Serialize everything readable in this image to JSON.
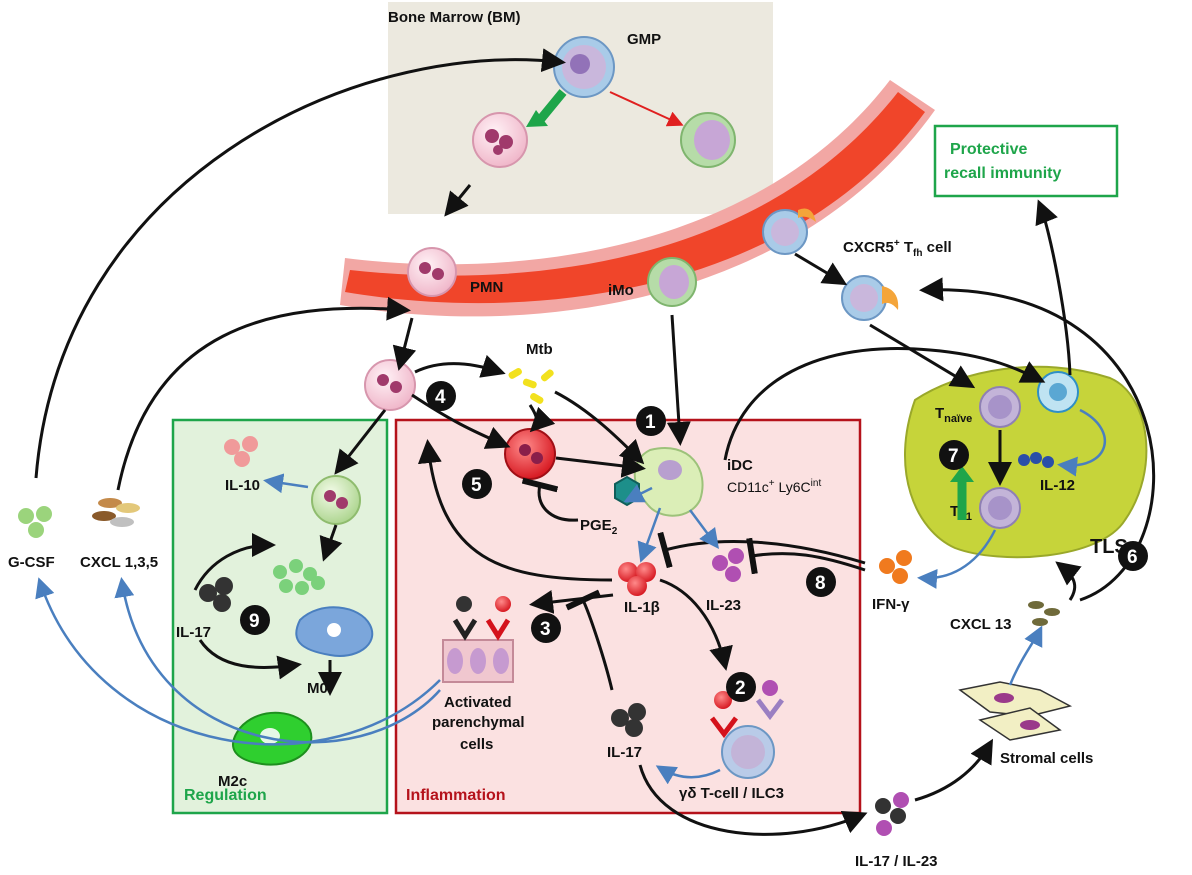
{
  "labels": {
    "bone_marrow": "Bone Marrow (BM)",
    "gmp": "GMP",
    "pmn": "PMN",
    "imo": "iMo",
    "tfh": "CXCR5",
    "tfh_sup": "+",
    "tfh_t": " T",
    "tfh_sub": "fh",
    "tfh_cell": " cell",
    "protective_line1": "Protective",
    "protective_line2": "recall immunity",
    "mtb": "Mtb",
    "idc": "iDC",
    "idc_markers_a": "CD11c",
    "idc_markers_sup1": "+",
    "idc_markers_b": " Ly6C",
    "idc_markers_sup2": "int",
    "pge2": "PGE",
    "pge2_sub": "2",
    "il1b": "IL-1β",
    "il23": "IL-23",
    "il10": "IL-10",
    "il17_reg": "IL-17",
    "il17_inf": "IL-17",
    "m0": "M0",
    "m2c": "M2c",
    "activated_line1": "Activated",
    "activated_line2": "parenchymal",
    "activated_line3": "cells",
    "gd_t": "γδ T-cell / ILC3",
    "gcsf": "G-CSF",
    "cxcl135": "CXCL 1,3,5",
    "regulation": "Regulation",
    "inflammation": "Inflammation",
    "tnaive_t": "T",
    "tnaive_sub": "naïve",
    "th1_t": "T",
    "th1_sub": "h1",
    "il12": "IL-12",
    "tls": "TLS",
    "ifng": "IFN-γ",
    "cxcl13": "CXCL 13",
    "stromal": "Stromal cells",
    "il17_il23": "IL-17 / IL-23"
  },
  "steps": [
    "1",
    "2",
    "3",
    "4",
    "5",
    "6",
    "7",
    "8",
    "9"
  ],
  "colors": {
    "bm_bg": "#ece9df",
    "vessel": "#f0452a",
    "vessel_edge": "#f2a7a4",
    "regulation_border": "#1ea54a",
    "regulation_bg": "#e2f2dc",
    "inflammation_border": "#b5121b",
    "inflammation_bg": "#fbe1e1",
    "tls_fill": "#c6d43a",
    "blue_arrow": "#4a7fbf",
    "green_arrow": "#1ea54a",
    "red_arrow": "#e02020"
  }
}
